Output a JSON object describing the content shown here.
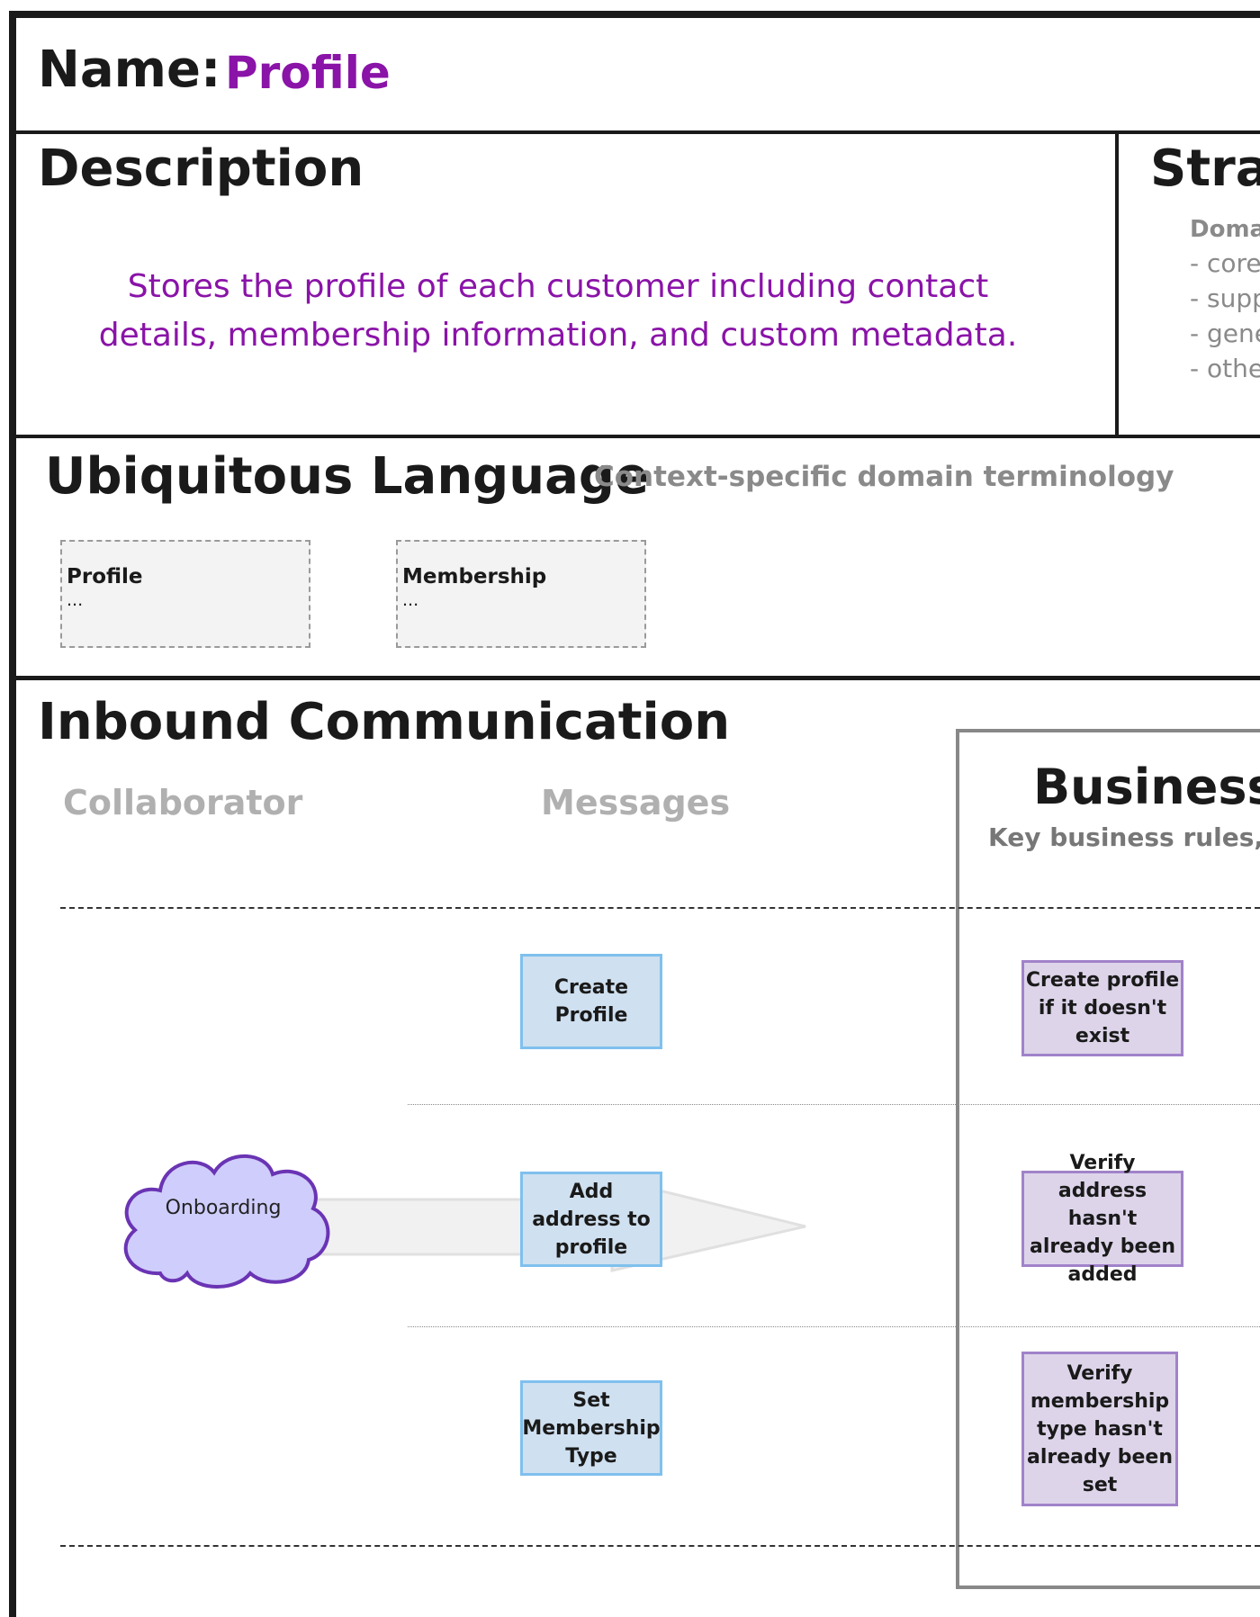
{
  "name": {
    "label": "Name:",
    "value": "Profile"
  },
  "description": {
    "title": "Description",
    "text": "Stores the profile of each customer including contact details, membership information, and custom metadata."
  },
  "strategic": {
    "title": "Stra",
    "subheading": "Doma",
    "items": [
      "- core",
      "- supp",
      "- gene",
      "- other"
    ]
  },
  "ubiquitous_language": {
    "title": "Ubiquitous Language",
    "subtitle": "Context-specific domain terminology",
    "terms": [
      {
        "title": "Profile",
        "body": "..."
      },
      {
        "title": "Membership",
        "body": "..."
      }
    ]
  },
  "inbound": {
    "title": "Inbound Communication",
    "columns": {
      "collaborator": "Collaborator",
      "messages": "Messages"
    },
    "collaborator": {
      "label": "Onboarding",
      "icon": "cloud-icon"
    },
    "messages": [
      "Create Profile",
      "Add address to profile",
      "Set Membership Type"
    ]
  },
  "business": {
    "title": "Business",
    "subtitle": "Key business rules, p",
    "rules": [
      "Create profile if it doesn't exist",
      "Verify address hasn't already been added",
      "Verify membership type hasn't already been set"
    ]
  },
  "colors": {
    "accent": "#8a13a8",
    "message_fill": "#cfe0f0",
    "message_border": "#7fc0ee",
    "rule_fill": "#ddd4ea",
    "rule_border": "#a182c9",
    "cloud_fill": "#cfcdfb",
    "cloud_border": "#6a34b4"
  }
}
